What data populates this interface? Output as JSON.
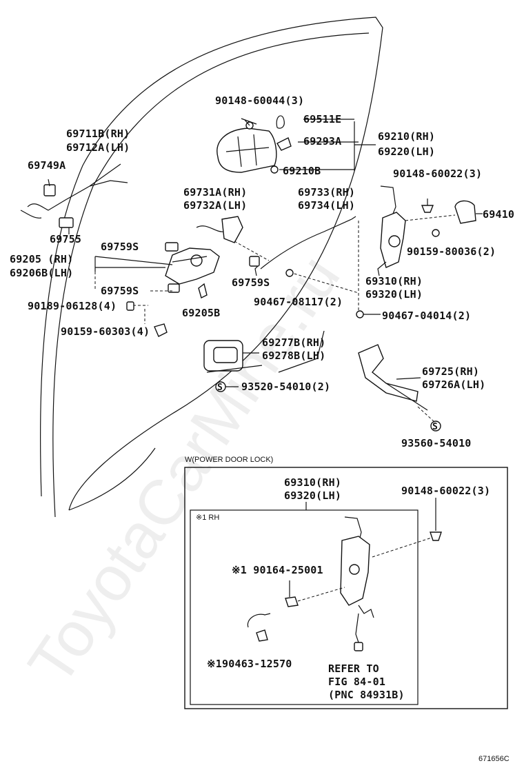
{
  "watermark": "ToyotaCarMine.ru",
  "figure_id": "671656C",
  "labels": {
    "p90148_60044": "90148-60044(3)",
    "p69511e": "69511E",
    "p69293a": "69293A",
    "p69210b": "69210B",
    "p69210_rh": "69210(RH)",
    "p69220_lh": "69220(LH)",
    "p90148_60022a": "90148-60022(3)",
    "p69410": "69410",
    "p90159_80036": "90159-80036(2)",
    "p69711b_rh": "69711B(RH)",
    "p69712a_lh": "69712A(LH)",
    "p69749a": "69749A",
    "p69755": "69755",
    "p69731a_rh": "69731A(RH)",
    "p69732a_lh": "69732A(LH)",
    "p69733_rh": "69733(RH)",
    "p69734_lh": "69734(LH)",
    "p69759s_top": "69759S",
    "p69205_rh": "69205 (RH)",
    "p69206b_lh": "69206B(LH)",
    "p69759s_mid": "69759S",
    "p69759s_bot": "69759S",
    "p90467_08117": "90467-08117(2)",
    "p90189_06128": "90189-06128(4)",
    "p69205b": "69205B",
    "p90159_60303": "90159-60303(4)",
    "p69310_rh_a": "69310(RH)",
    "p69320_lh_a": "69320(LH)",
    "p90467_04014": "90467-04014(2)",
    "p69277b_rh": "69277B(RH)",
    "p69278b_lh": "69278B(LH)",
    "p93520_54010": "93520-54010(2)",
    "p69725_rh": "69725(RH)",
    "p69726a_lh": "69726A(LH)",
    "p93560_54010": "93560-54010",
    "inset_title": "W(POWER DOOR LOCK)",
    "p69310_rh_b": "69310(RH)",
    "p69320_lh_b": "69320(LH)",
    "p90148_60022b": "90148-60022(3)",
    "inner_title": "※1 RH",
    "p90164_25001": "※1 90164-25001",
    "p90463_12570": "※190463-12570",
    "refer_1": "REFER TO",
    "refer_2": "FIG 84-01",
    "refer_3": "(PNC 84931B)"
  }
}
